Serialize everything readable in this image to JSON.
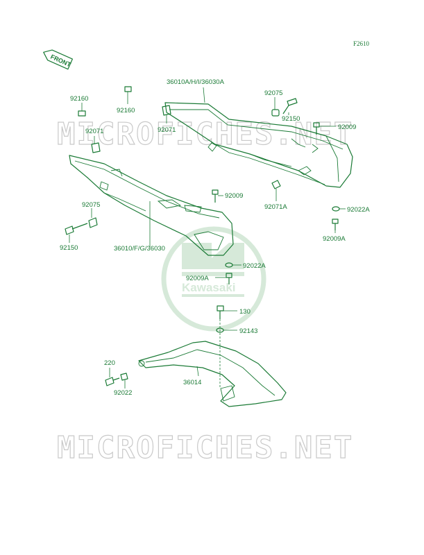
{
  "figure_code": "F2610",
  "front_tag": "FRONT",
  "watermark": {
    "text": "MICROFICHES.NET",
    "logo_text": "Kawasaki",
    "color": "#c9c9c9",
    "logo_color": "#d6e9d9"
  },
  "accent_color": "#1a7a35",
  "callouts": {
    "c36010ahi": "36010A/H/I/36030A",
    "c92075_top": "92075",
    "c92150_top": "92150",
    "c92009_top": "92009",
    "c92071a": "92071A",
    "c92022a_r": "92022A",
    "c92009a_r": "92009A",
    "c92160_a": "92160",
    "c92160_b": "92160",
    "c92071_mid": "92071",
    "c92071_left": "92071",
    "c92075_left": "92075",
    "c92150_left": "92150",
    "c36010fg": "36010/F/G/36030",
    "c92009_mid": "92009",
    "c92022a_mid": "92022A",
    "c92009a_mid": "92009A",
    "c130": "130",
    "c92143": "92143",
    "c220": "220",
    "c36014": "36014",
    "c92022": "92022"
  }
}
